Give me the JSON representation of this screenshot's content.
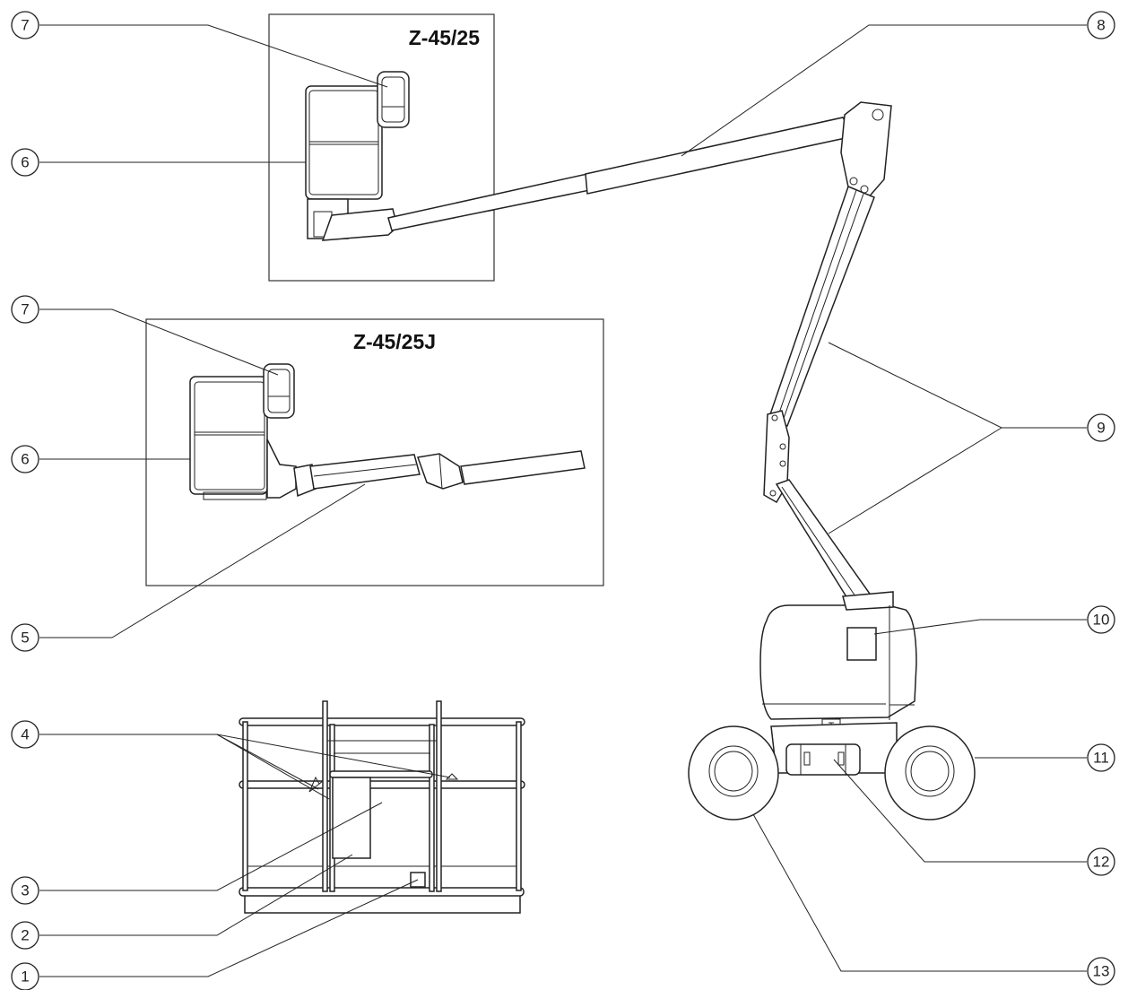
{
  "models": {
    "upper": "Z-45/25",
    "lower": "Z-45/25J"
  },
  "callouts": {
    "c1": "1",
    "c2": "2",
    "c3": "3",
    "c4": "4",
    "c5": "5",
    "c6a": "6",
    "c6b": "6",
    "c7a": "7",
    "c7b": "7",
    "c8": "8",
    "c9": "9",
    "c10": "10",
    "c11": "11",
    "c12": "12",
    "c13": "13"
  }
}
